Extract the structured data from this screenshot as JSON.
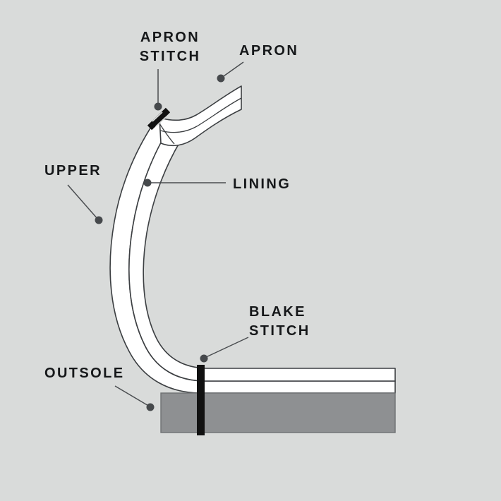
{
  "diagram": {
    "title": "Blake stitch shoe construction cross-section",
    "background_color": "#d9dbda",
    "labels": {
      "apron_stitch": "APRON\nSTITCH",
      "apron": "APRON",
      "upper": "UPPER",
      "lining": "LINING",
      "blake_stitch": "BLAKE\nSTITCH",
      "outsole": "OUTSOLE"
    },
    "colors": {
      "background": "#d9dbda",
      "text": "#16181a",
      "outline": "#3c3f42",
      "leader_line": "#4a4d50",
      "leader_dot": "#46494c",
      "material_fill": "#ffffff",
      "outsole_fill": "#8e9092",
      "stitch": "#111111"
    },
    "parts": [
      {
        "name": "upper",
        "label": "UPPER",
        "description": "Outer curved band of the shoe upper",
        "fill": "#ffffff"
      },
      {
        "name": "lining",
        "label": "LINING",
        "description": "Inner curved band running parallel inside the upper",
        "fill": "#ffffff"
      },
      {
        "name": "apron",
        "label": "APRON",
        "description": "Upper-right band angling away from the stitch junction",
        "fill": "#ffffff"
      },
      {
        "name": "outsole",
        "label": "OUTSOLE",
        "description": "Solid grey rectangular sole slab at the bottom",
        "fill": "#8e9092"
      },
      {
        "name": "apron-stitch",
        "label": "APRON STITCH",
        "description": "Short thick diagonal black bar joining apron to upper",
        "fill": "#111111"
      },
      {
        "name": "blake-stitch",
        "label": "BLAKE STITCH",
        "description": "Thick vertical black bar passing through insole and outsole",
        "fill": "#111111"
      }
    ]
  }
}
